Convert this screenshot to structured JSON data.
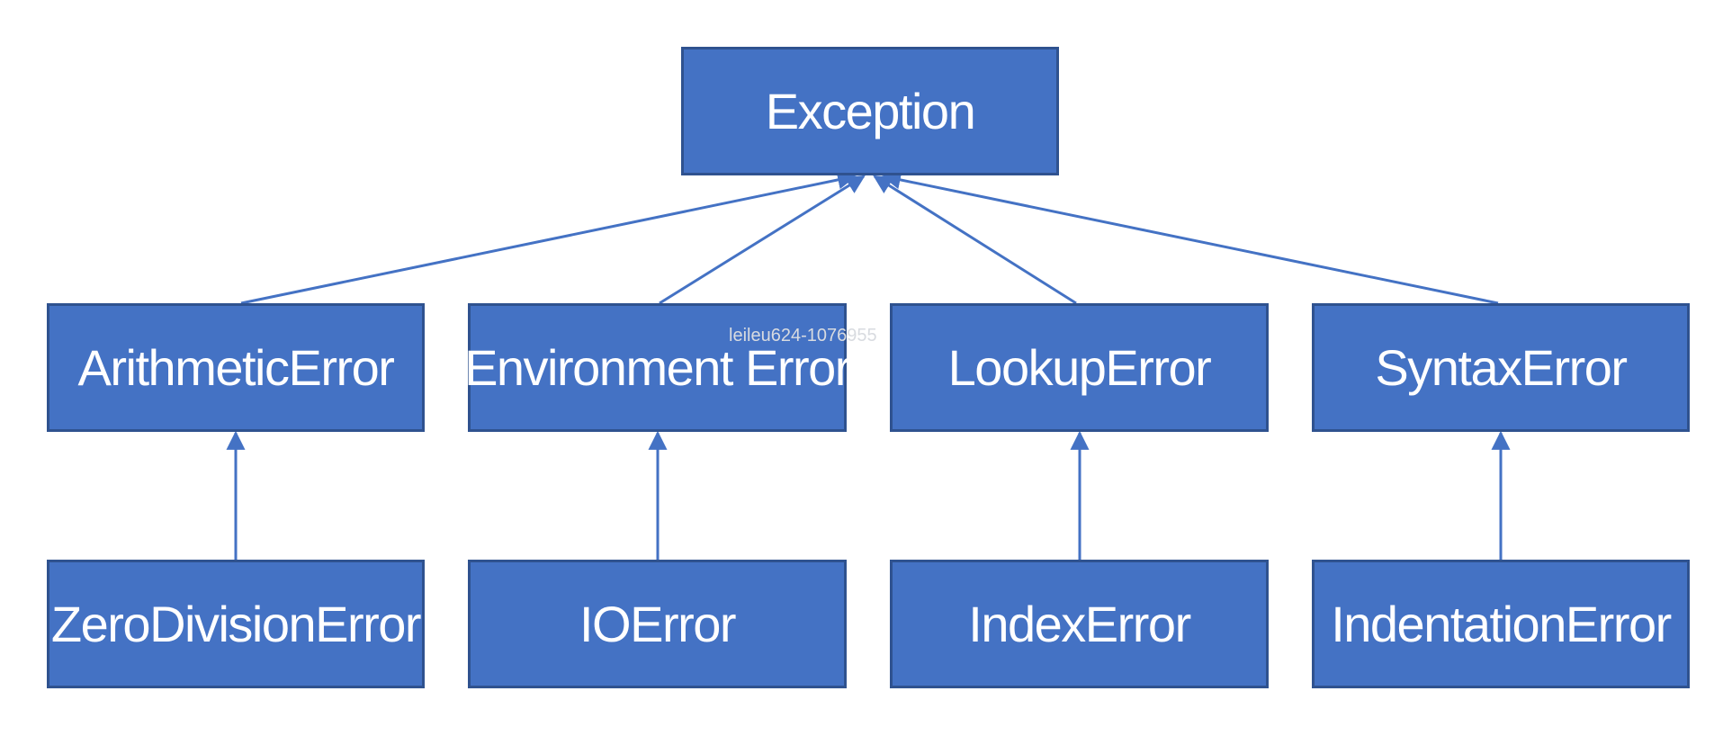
{
  "colors": {
    "box_fill": "#4472c4",
    "box_border": "#2f528f",
    "box_text": "#ffffff",
    "connector": "#4472c4",
    "background": "#ffffff"
  },
  "root": {
    "label": "Exception"
  },
  "level1": [
    {
      "label": "ArithmeticError"
    },
    {
      "label": "Environment Error"
    },
    {
      "label": "LookupError"
    },
    {
      "label": "SyntaxError"
    }
  ],
  "level2": [
    {
      "label": "ZeroDivisionError"
    },
    {
      "label": "IOError"
    },
    {
      "label": "IndexError"
    },
    {
      "label": "IndentationError"
    }
  ],
  "edges": [
    {
      "from": "ArithmeticError",
      "to": "Exception"
    },
    {
      "from": "Environment Error",
      "to": "Exception"
    },
    {
      "from": "LookupError",
      "to": "Exception"
    },
    {
      "from": "SyntaxError",
      "to": "Exception"
    },
    {
      "from": "ZeroDivisionError",
      "to": "ArithmeticError"
    },
    {
      "from": "IOError",
      "to": "Environment Error"
    },
    {
      "from": "IndexError",
      "to": "LookupError"
    },
    {
      "from": "IndentationError",
      "to": "SyntaxError"
    }
  ],
  "watermark": "leileu624-1076955"
}
